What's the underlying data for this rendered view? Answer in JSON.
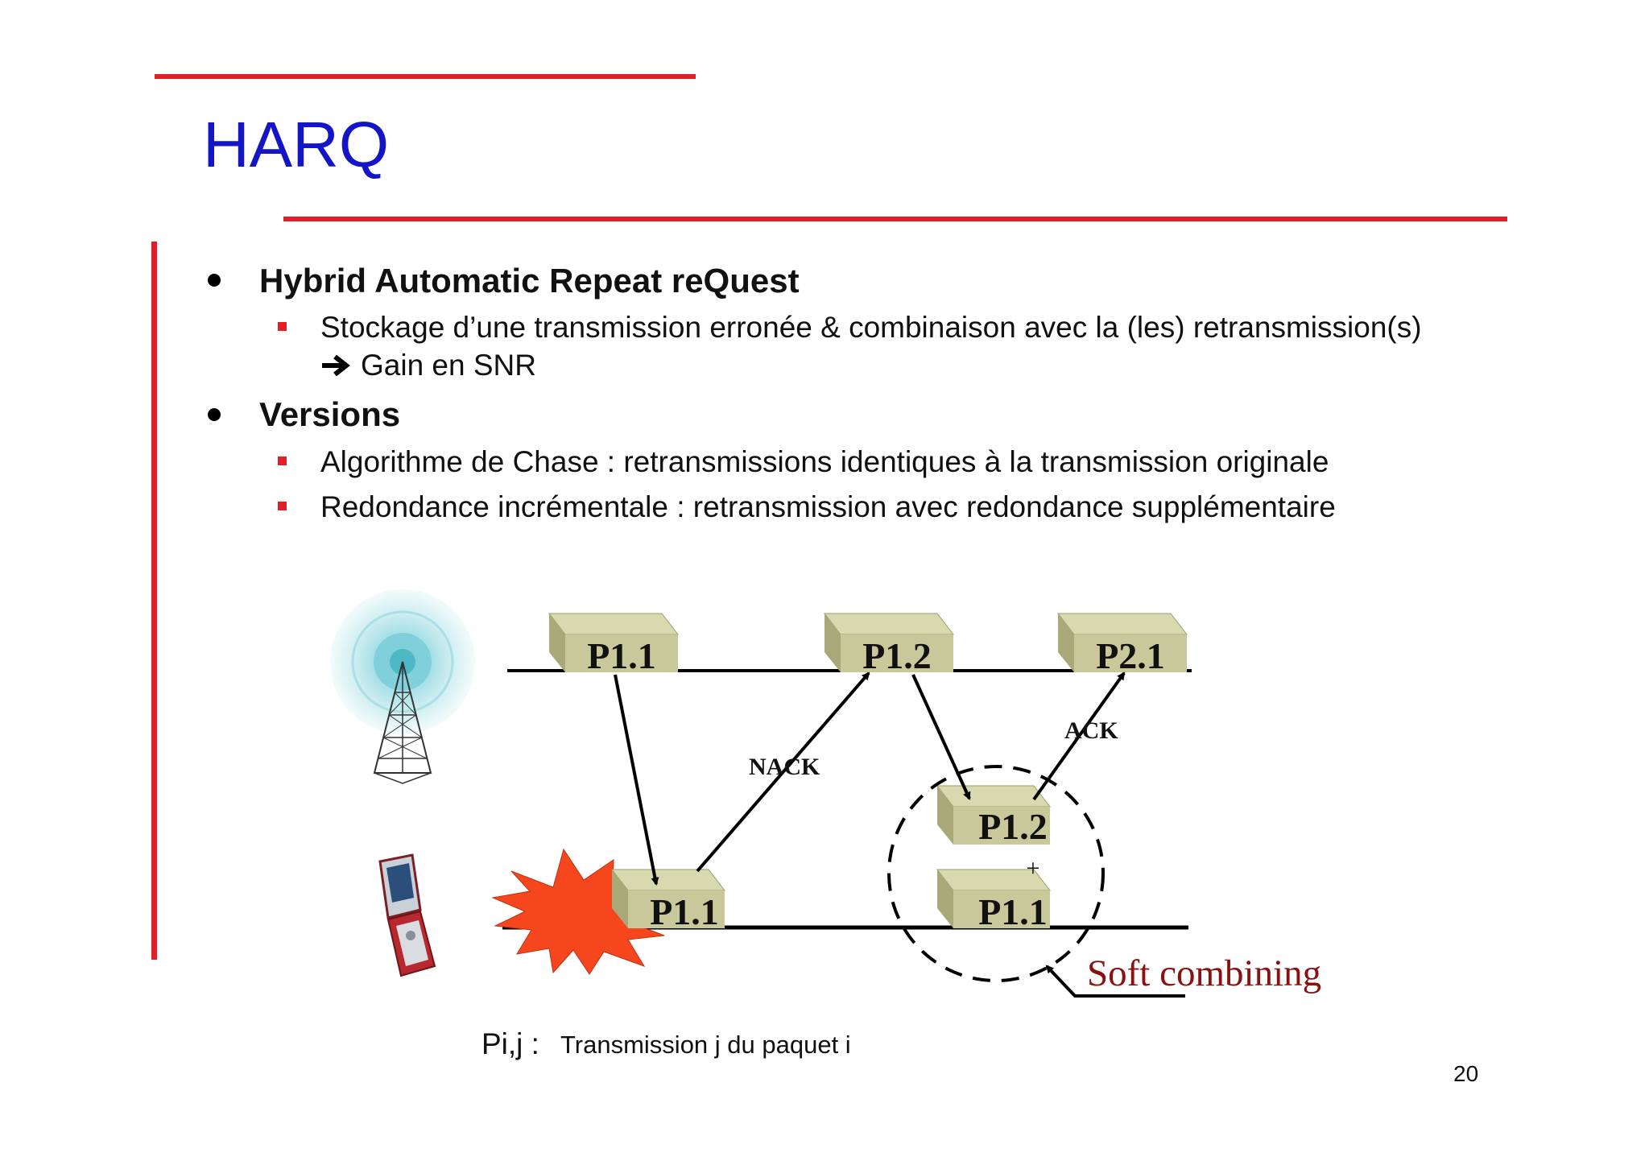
{
  "slide": {
    "title": "HARQ",
    "page_number": "20",
    "accent_color": "#e41e26",
    "title_color": "#1515c8"
  },
  "bullets": [
    {
      "text": "Hybrid Automatic Repeat reQuest",
      "sub": [
        {
          "line1": "Stockage d’une transmission erronée & combinaison avec la (les) retransmission(s)",
          "line2": "Gain en SNR",
          "line2_icon": "right-arrow-icon"
        }
      ]
    },
    {
      "text": "Versions",
      "sub": [
        {
          "line1": "Algorithme de Chase : retransmissions identiques à la transmission originale"
        },
        {
          "line1": "Redondance incrémentale : retransmission avec redondance supplémentaire"
        }
      ]
    }
  ],
  "diagram": {
    "top_icon": "base-station-tower-icon",
    "bottom_icon": "flip-phone-icon",
    "packets_top": [
      "P1.1",
      "P1.2",
      "P2.1"
    ],
    "packets_bottom": [
      "P1.1",
      "P1.2",
      "P1.1"
    ],
    "plus": "+",
    "nack": "NACK",
    "ack": "ACK",
    "soft_combining": "Soft combining",
    "packet_color": "#c8c89a",
    "burst_color": "#f5461e"
  },
  "legend": {
    "key": "Pi,j :",
    "text": "Transmission j du paquet i"
  }
}
